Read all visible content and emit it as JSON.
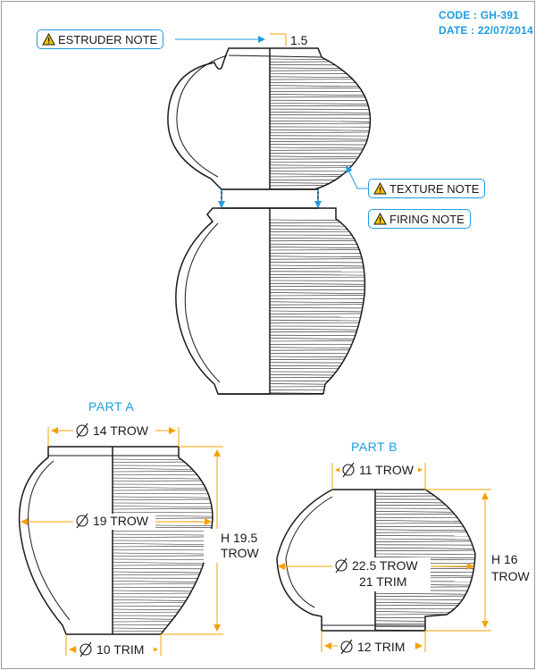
{
  "header": {
    "code": "CODE : GH-391",
    "date": "DATE : 22/07/2014"
  },
  "notes": {
    "estruder": "ESTRUDER NOTE",
    "texture": "TEXTURE NOTE",
    "firing": "FIRING NOTE",
    "icon": "warning-icon"
  },
  "top_assembly": {
    "lip_dim": "1.5"
  },
  "part_a": {
    "title": "PART A",
    "top_dia": "14 TROW",
    "mid_dia": "19 TROW",
    "base_dia": "10 TRIM",
    "height_line1": "H 19.5",
    "height_line2": "TROW"
  },
  "part_b": {
    "title": "PART B",
    "top_dia": "11 TROW",
    "mid_dia": "22.5 TROW",
    "mid_dia2": "21 TRIM",
    "base_dia": "12 TRIM",
    "height_line1": "H 16",
    "height_line2": "TROW"
  },
  "colors": {
    "accent": "#1e9ce0",
    "warning": "#f5c400",
    "line": "#1a1a1a",
    "dimension": "#f5a100"
  }
}
